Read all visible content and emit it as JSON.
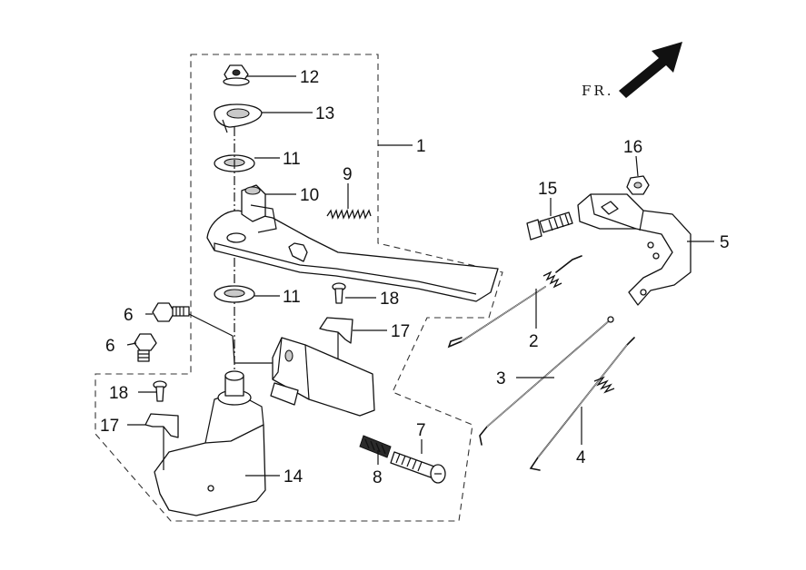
{
  "orientation": {
    "label": "FR."
  },
  "callouts": [
    {
      "id": "1",
      "text": "1"
    },
    {
      "id": "2",
      "text": "2"
    },
    {
      "id": "3",
      "text": "3"
    },
    {
      "id": "4",
      "text": "4"
    },
    {
      "id": "5",
      "text": "5"
    },
    {
      "id": "6a",
      "text": "6"
    },
    {
      "id": "6b",
      "text": "6"
    },
    {
      "id": "7",
      "text": "7"
    },
    {
      "id": "8",
      "text": "8"
    },
    {
      "id": "9",
      "text": "9"
    },
    {
      "id": "10",
      "text": "10"
    },
    {
      "id": "11a",
      "text": "11"
    },
    {
      "id": "11b",
      "text": "11"
    },
    {
      "id": "12",
      "text": "12"
    },
    {
      "id": "13",
      "text": "13"
    },
    {
      "id": "14",
      "text": "14"
    },
    {
      "id": "15",
      "text": "15"
    },
    {
      "id": "16",
      "text": "16"
    },
    {
      "id": "17a",
      "text": "17"
    },
    {
      "id": "17b",
      "text": "17"
    },
    {
      "id": "18a",
      "text": "18"
    },
    {
      "id": "18b",
      "text": "18"
    }
  ]
}
